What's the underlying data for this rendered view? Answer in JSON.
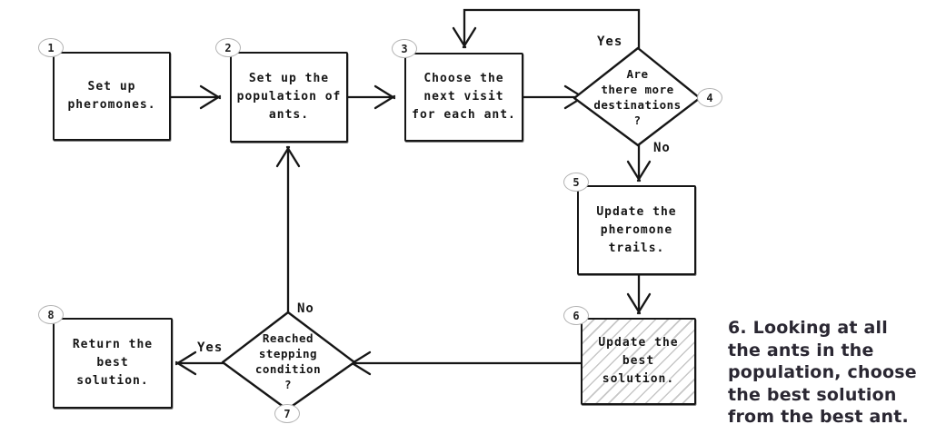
{
  "colors": {
    "ink": "#161616",
    "badge_border": "#b2b2b2",
    "hatch_line": "#c7c7c7",
    "annotation_ink": "#2a2732",
    "background": "#ffffff"
  },
  "flowchart": {
    "nodes": [
      {
        "step": "1",
        "shape": "process",
        "label": "Set up\npheromones."
      },
      {
        "step": "2",
        "shape": "process",
        "label": "Set up the\npopulation of\nants."
      },
      {
        "step": "3",
        "shape": "process",
        "label": "Choose the\nnext visit\nfor each ant."
      },
      {
        "step": "4",
        "shape": "decision",
        "label": "Are\nthere more\ndestinations\n?"
      },
      {
        "step": "5",
        "shape": "process",
        "label": "Update the\npheromone\ntrails."
      },
      {
        "step": "6",
        "shape": "process-hatched",
        "label": "Update the\nbest\nsolution."
      },
      {
        "step": "7",
        "shape": "decision",
        "label": "Reached\nstepping\ncondition\n?"
      },
      {
        "step": "8",
        "shape": "process",
        "label": "Return the\nbest\nsolution."
      }
    ],
    "edge_labels": {
      "d4_yes": "Yes",
      "d4_no": "No",
      "d7_yes": "Yes",
      "d7_no": "No"
    }
  },
  "annotation": {
    "text": "6. Looking at all\nthe ants in the\npopulation, choose\nthe best solution\nfrom the best ant."
  }
}
